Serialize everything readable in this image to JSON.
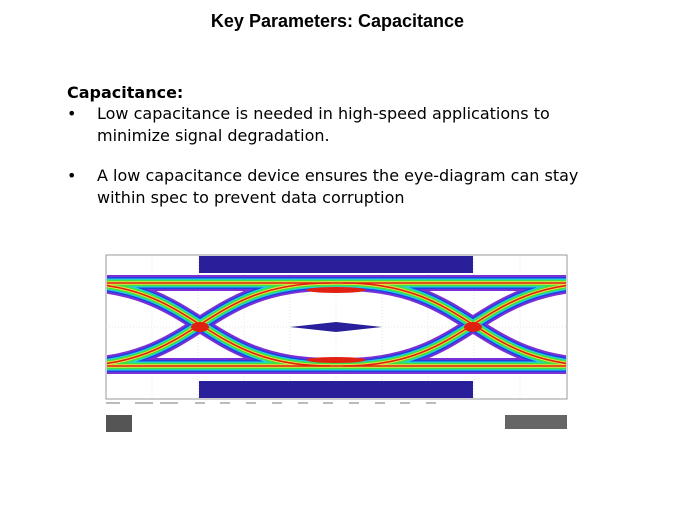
{
  "slide": {
    "title": "Key Parameters: Capacitance",
    "heading": "Capacitance:",
    "bullets": [
      {
        "marker": "•",
        "text": "Low capacitance is needed in high-speed applications to minimize signal degradation."
      },
      {
        "marker": "•",
        "text": "A low capacitance device ensures the eye-diagram can stay within spec to prevent data corruption"
      }
    ]
  },
  "figure": {
    "type": "eye-diagram",
    "colors": {
      "mask": "#2a1f9a",
      "outer": "#7b2fd6",
      "blue": "#2040e0",
      "cyan": "#20d0e0",
      "green": "#40e040",
      "yellow": "#e8e040",
      "red": "#e02010"
    }
  }
}
